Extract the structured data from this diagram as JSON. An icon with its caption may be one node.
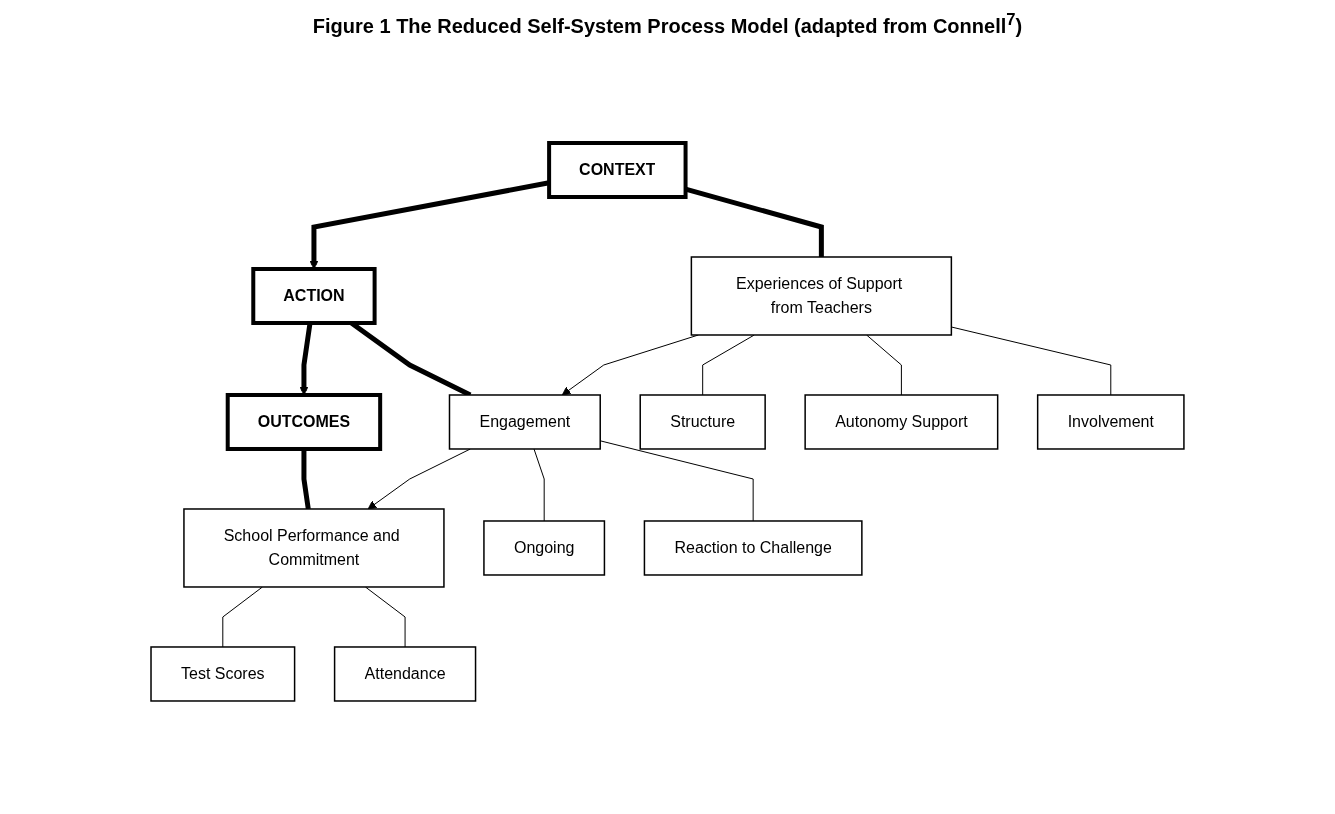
{
  "diagram": {
    "title": "Figure 1 The Reduced Self-System Process Model (adapted from Connell$^{7}$)",
    "nodes": [
      {
        "text": [
          "CONTEXT"
        ]
      },
      {
        "text": [
          "ACTION"
        ]
      },
      {
        "text": [
          "OUTCOMES"
        ]
      },
      {
        "text": [
          "Experiences of Support from Teachers"
        ]
      },
      {
        "text": [
          "Engagement"
        ]
      },
      {
        "text": [
          "School Performance and Commitment"
        ]
      },
      {
        "text": [
          "Structure"
        ]
      },
      {
        "text": [
          "Autonomy Support"
        ]
      },
      {
        "text": [
          "Involvement"
        ]
      },
      {
        "text": [
          "Ongoing"
        ]
      },
      {
        "text": [
          "Reaction to Challenge"
        ]
      },
      {
        "text": [
          "Test Scores"
        ]
      },
      {
        "text": [
          "Attendance"
        ]
      }
    ],
    "edges": [
      {
        "from": 0,
        "to": 1,
        "arrow": "to",
        "style": "thick"
      },
      {
        "from": 1,
        "to": 2,
        "arrow": "to",
        "style": "thick"
      },
      {
        "from": 0,
        "to": 3,
        "arrow": "none",
        "style": "thick"
      },
      {
        "from": 1,
        "to": 4,
        "arrow": "none",
        "style": "thick"
      },
      {
        "from": 2,
        "to": 5,
        "arrow": "none",
        "style": "thick"
      },
      {
        "from": 3,
        "to": 4,
        "arrow": "to"
      },
      {
        "from": 4,
        "to": 5,
        "arrow": "to"
      },
      {
        "from": 3,
        "to": 6,
        "arrow": "none"
      },
      {
        "from": 3,
        "to": 7,
        "arrow": "none"
      },
      {
        "from": 3,
        "to": 8,
        "arrow": "none"
      },
      {
        "from": 4,
        "to": 9,
        "arrow": "none"
      },
      {
        "from": 4,
        "to": 10,
        "arrow": "none"
      },
      {
        "from": 5,
        "to": 11,
        "arrow": "none"
      },
      {
        "from": 5,
        "to": 12,
        "arrow": "none"
      }
    ]
  }
}
